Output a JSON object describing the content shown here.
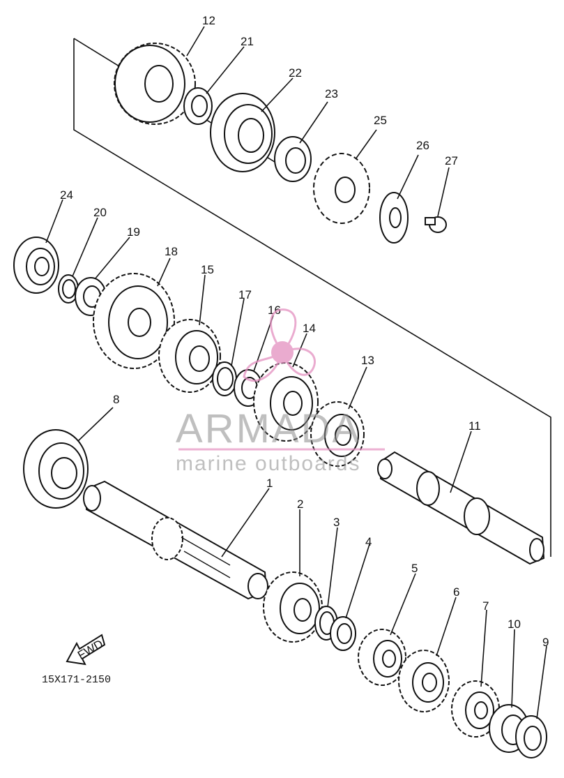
{
  "diagram": {
    "part_numbers": [
      "12",
      "21",
      "22",
      "23",
      "25",
      "26",
      "27",
      "24",
      "20",
      "19",
      "18",
      "15",
      "17",
      "16",
      "14",
      "13",
      "8",
      "11",
      "1",
      "2",
      "3",
      "4",
      "5",
      "6",
      "7",
      "10",
      "9"
    ],
    "direction_label": "FWD",
    "drawing_code": "15X171-2150"
  },
  "watermark": {
    "brand": "ARMADA",
    "tagline": "marine outboards",
    "colors": {
      "text": "#8c8c8c",
      "accent": "#e48fc0"
    }
  }
}
